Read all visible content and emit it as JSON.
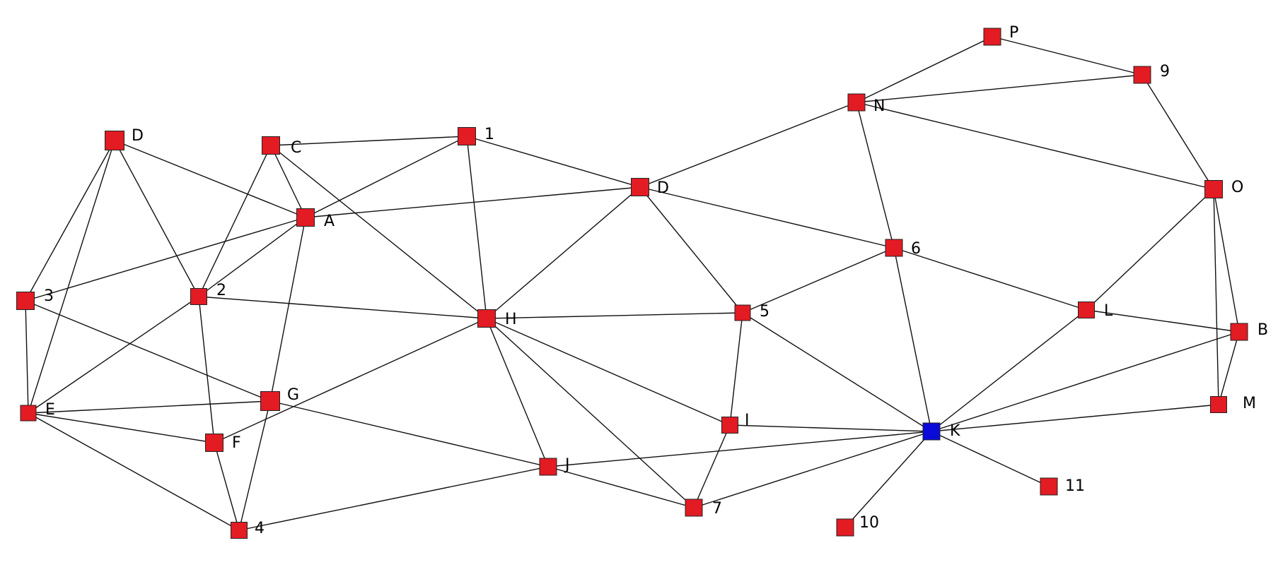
{
  "colors": {
    "node": "#e31b23",
    "highlight": "#0b0bd9",
    "edge": "#111111"
  },
  "nodes": [
    {
      "id": "D-left",
      "label": "D"
    },
    {
      "id": "C",
      "label": "C"
    },
    {
      "id": "1",
      "label": "1"
    },
    {
      "id": "D-mid",
      "label": "D"
    },
    {
      "id": "A",
      "label": "A"
    },
    {
      "id": "3",
      "label": "3"
    },
    {
      "id": "2",
      "label": "2"
    },
    {
      "id": "H",
      "label": "H"
    },
    {
      "id": "5",
      "label": "5"
    },
    {
      "id": "6",
      "label": "6"
    },
    {
      "id": "N",
      "label": "N"
    },
    {
      "id": "P",
      "label": "P"
    },
    {
      "id": "9",
      "label": "9"
    },
    {
      "id": "O",
      "label": "O"
    },
    {
      "id": "L",
      "label": "L"
    },
    {
      "id": "B",
      "label": "B"
    },
    {
      "id": "M",
      "label": "M"
    },
    {
      "id": "E",
      "label": "E"
    },
    {
      "id": "G",
      "label": "G"
    },
    {
      "id": "F",
      "label": "F"
    },
    {
      "id": "I",
      "label": "I"
    },
    {
      "id": "K",
      "label": "K",
      "highlight": true
    },
    {
      "id": "J",
      "label": "J"
    },
    {
      "id": "7",
      "label": "7"
    },
    {
      "id": "4",
      "label": "4"
    },
    {
      "id": "10",
      "label": "10"
    },
    {
      "id": "11",
      "label": "11"
    }
  ],
  "edges": [
    [
      "D-left",
      "A"
    ],
    [
      "D-left",
      "2"
    ],
    [
      "D-left",
      "3"
    ],
    [
      "D-left",
      "E"
    ],
    [
      "C",
      "1"
    ],
    [
      "C",
      "A"
    ],
    [
      "C",
      "2"
    ],
    [
      "C",
      "H"
    ],
    [
      "1",
      "A"
    ],
    [
      "1",
      "H"
    ],
    [
      "1",
      "D-mid"
    ],
    [
      "D-mid",
      "A"
    ],
    [
      "D-mid",
      "N"
    ],
    [
      "D-mid",
      "6"
    ],
    [
      "D-mid",
      "H"
    ],
    [
      "D-mid",
      "5"
    ],
    [
      "A",
      "3"
    ],
    [
      "A",
      "2"
    ],
    [
      "A",
      "G"
    ],
    [
      "3",
      "E"
    ],
    [
      "3",
      "G"
    ],
    [
      "2",
      "E"
    ],
    [
      "2",
      "F"
    ],
    [
      "2",
      "H"
    ],
    [
      "H",
      "5"
    ],
    [
      "H",
      "F"
    ],
    [
      "H",
      "I"
    ],
    [
      "H",
      "J"
    ],
    [
      "H",
      "7"
    ],
    [
      "5",
      "6"
    ],
    [
      "5",
      "I"
    ],
    [
      "5",
      "K"
    ],
    [
      "6",
      "N"
    ],
    [
      "6",
      "L"
    ],
    [
      "6",
      "K"
    ],
    [
      "N",
      "P"
    ],
    [
      "N",
      "9"
    ],
    [
      "N",
      "O"
    ],
    [
      "P",
      "9"
    ],
    [
      "9",
      "O"
    ],
    [
      "O",
      "L"
    ],
    [
      "O",
      "B"
    ],
    [
      "O",
      "M"
    ],
    [
      "L",
      "B"
    ],
    [
      "L",
      "K"
    ],
    [
      "B",
      "M"
    ],
    [
      "B",
      "K"
    ],
    [
      "M",
      "K"
    ],
    [
      "E",
      "G"
    ],
    [
      "E",
      "F"
    ],
    [
      "E",
      "4"
    ],
    [
      "G",
      "4"
    ],
    [
      "G",
      "J"
    ],
    [
      "F",
      "4"
    ],
    [
      "I",
      "K"
    ],
    [
      "I",
      "7"
    ],
    [
      "K",
      "J"
    ],
    [
      "K",
      "7"
    ],
    [
      "K",
      "10"
    ],
    [
      "K",
      "11"
    ],
    [
      "J",
      "7"
    ],
    [
      "J",
      "4"
    ]
  ]
}
